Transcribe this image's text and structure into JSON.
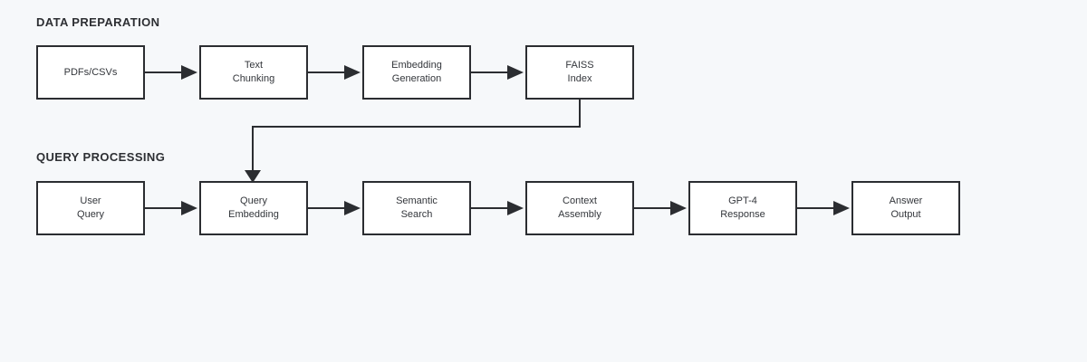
{
  "diagram": {
    "background_color": "#f6f8fa",
    "node_fill": "#ffffff",
    "stroke_color": "#2b2d31",
    "text_color": "#33363b",
    "sections": [
      {
        "id": "data-preparation",
        "title": "DATA PREPARATION"
      },
      {
        "id": "query-processing",
        "title": "QUERY PROCESSING"
      }
    ],
    "nodes": {
      "pdfs_csvs": "PDFs/CSVs",
      "text_chunking": "Text\nChunking",
      "embedding_generation": "Embedding\nGeneration",
      "faiss_index": "FAISS\nIndex",
      "user_query": "User\nQuery",
      "query_embedding": "Query\nEmbedding",
      "semantic_search": "Semantic\nSearch",
      "context_assembly": "Context\nAssembly",
      "gpt4_response": "GPT-4\nResponse",
      "answer_output": "Answer\nOutput"
    },
    "edges": [
      {
        "id": "pdfs-to-chunking",
        "from": "PDFs/CSVs",
        "to": "Text Chunking",
        "style": "arrow-right"
      },
      {
        "id": "chunking-to-embedding",
        "from": "Text Chunking",
        "to": "Embedding Generation",
        "style": "arrow-right"
      },
      {
        "id": "embedding-to-faiss",
        "from": "Embedding Generation",
        "to": "FAISS Index",
        "style": "arrow-right"
      },
      {
        "id": "faiss-to-query-embedding",
        "from": "FAISS Index",
        "to": "Query Embedding",
        "style": "elbow-down-left-arrow-down"
      },
      {
        "id": "userquery-to-queryembedding",
        "from": "User Query",
        "to": "Query Embedding",
        "style": "arrow-right"
      },
      {
        "id": "queryembedding-to-semantic",
        "from": "Query Embedding",
        "to": "Semantic Search",
        "style": "arrow-right"
      },
      {
        "id": "semantic-to-context",
        "from": "Semantic Search",
        "to": "Context Assembly",
        "style": "arrow-right"
      },
      {
        "id": "context-to-gpt4",
        "from": "Context Assembly",
        "to": "GPT-4 Response",
        "style": "arrow-right"
      },
      {
        "id": "gpt4-to-answer",
        "from": "GPT-4 Response",
        "to": "Answer Output",
        "style": "arrow-right"
      }
    ]
  }
}
